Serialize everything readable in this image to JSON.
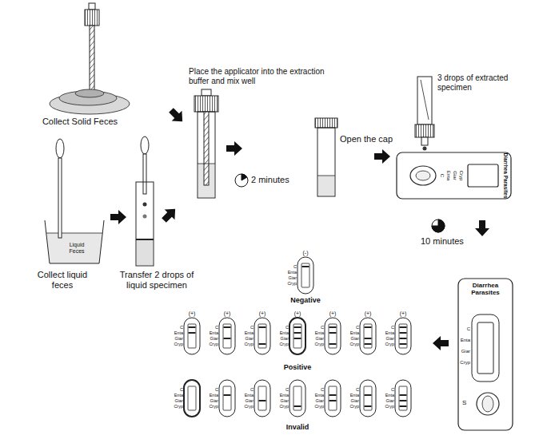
{
  "diagram": {
    "nodes": [
      {
        "text": [
          "C",
          "Enta",
          "Giar",
          "Cryp",
          "Diarrhea Parasites"
        ]
      },
      {
        "text": [
          "Diarrhea Parasites",
          "C",
          "Enta",
          "Giar",
          "Cryp",
          "S"
        ]
      },
      {
        "text": [
          "(-)",
          "C",
          "Enta",
          "Giar",
          "Cryp"
        ]
      },
      {
        "text": [
          "(+)",
          "C",
          "Enta",
          "Giar",
          "Cryp"
        ]
      },
      {
        "text": [
          "(+)",
          "C",
          "Enta",
          "Giar",
          "Cryp"
        ]
      },
      {
        "text": [
          "(+)",
          "C",
          "Enta",
          "Giar",
          "Cryp"
        ]
      },
      {
        "text": [
          "(+)",
          "C",
          "Enta",
          "Giar",
          "Cryp"
        ]
      },
      {
        "text": [
          "(+)",
          "C",
          "Enta",
          "Giar",
          "Cryp"
        ]
      },
      {
        "text": [
          "(+)",
          "C",
          "Enta",
          "Giar",
          "Cryp"
        ]
      },
      {
        "text": [
          "(+)",
          "C",
          "Enta",
          "Giar",
          "Cryp"
        ]
      },
      {
        "text": [
          "C",
          "Enta",
          "Giar",
          "Cryp"
        ]
      },
      {
        "text": [
          "C",
          "Enta",
          "Giar",
          "Cryp"
        ]
      },
      {
        "text": [
          "C",
          "Enta",
          "Giar",
          "Cryp"
        ]
      },
      {
        "text": [
          "C",
          "Enta",
          "Giar",
          "Cryp"
        ]
      },
      {
        "text": [
          "C",
          "Enta",
          "Giar",
          "Cryp"
        ]
      },
      {
        "text": [
          "C",
          "Enta",
          "Giar",
          "Cryp"
        ]
      },
      {
        "text": [
          "C",
          "Enta",
          "Giar",
          "Cryp"
        ]
      }
    ],
    "labels": [
      "Place the applicator into the extraction buffer and mix well",
      "3 drops of extracted specimen",
      "Collect Solid Feces",
      "Open the cap",
      "2 minutes",
      "10 minutes",
      "Liquid Feces",
      "Collect liquid feces",
      "Transfer 2 drops of liquid specimen",
      "Negative",
      "Positive",
      "Invalid"
    ]
  }
}
